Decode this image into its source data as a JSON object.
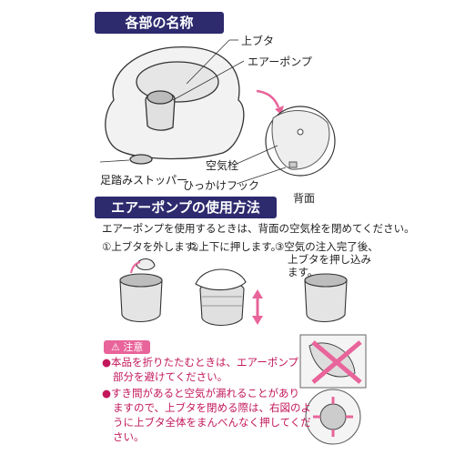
{
  "section1": {
    "title": "各部の名称"
  },
  "parts": {
    "lid": "上ブタ",
    "air_pump": "エアーポンプ",
    "stopper": "足踏みストッパー",
    "air_plug": "空気栓",
    "hook": "ひっかけフック",
    "back": "背面"
  },
  "section2": {
    "title": "エアーポンプの使用方法",
    "intro": "エアーポンプを使用するときは、背面の空気栓を閉めてください。",
    "step1": "①上ブタを外します。",
    "step2": "②上下に押します。",
    "step3_lines": [
      "③空気の注入完了後、",
      "上ブタを押し込み",
      "ます。"
    ]
  },
  "caution": {
    "badge": "注意",
    "item1_lines": [
      "●本品を折りたたむときは、エアーポンプ",
      "部分を避けてください。"
    ],
    "item2_lines": [
      "●すき間があると空気が漏れることがあり",
      "ますので、上ブタを閉める際は、右図のよ",
      "うに上ブタ全体をまんべんなく押してくだ",
      "さい。"
    ]
  },
  "colors": {
    "header": "#2d2a6e",
    "accent": "#e8649a",
    "caution_text": "#c2185b"
  },
  "icons": [
    "arrow-icon",
    "warning-icon",
    "cross-mark-icon",
    "up-down-arrow-icon"
  ]
}
